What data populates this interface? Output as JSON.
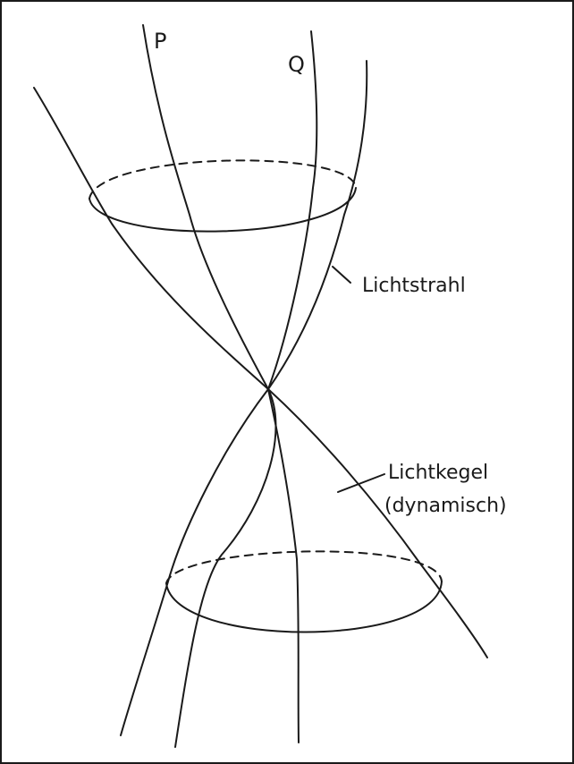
{
  "diagram": {
    "labels": {
      "p": "P",
      "q": "Q",
      "light_ray": "Lichtstrahl",
      "light_cone_line1": "Lichtkegel",
      "light_cone_line2": "(dynamisch)"
    },
    "colors": {
      "ink": "#1a1a1a",
      "background": "#ffffff",
      "frame": "#1a1a1a"
    }
  }
}
